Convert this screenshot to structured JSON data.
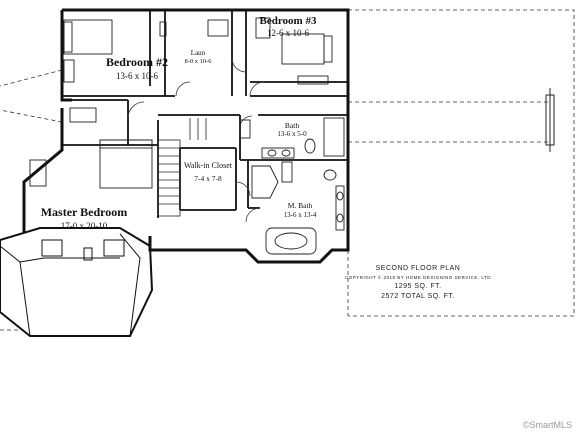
{
  "rooms": {
    "bedroom3": {
      "name": "Bedroom #3",
      "dim": "12-6 x 10-6"
    },
    "bedroom2": {
      "name": "Bedroom #2",
      "dim": "13-6 x 10-6"
    },
    "laundry": {
      "name": "Laun",
      "dim": "8-0 x 10-6"
    },
    "master_bedroom": {
      "name": "Master Bedroom",
      "dim": "17-0 x 20-10"
    },
    "walkin_closet": {
      "name": "Walk-in Closet",
      "dim": "7-4 x 7-8"
    },
    "bath": {
      "name": "Bath",
      "dim": "13-6 x 5-0"
    },
    "master_bath": {
      "name": "M. Bath",
      "dim": "13-6 x 13-4"
    }
  },
  "plan_notes": {
    "title": "SECOND FLOOR PLAN",
    "copyright": "COPYRIGHT © 2018 BY HOME DESIGNING SERVICE, LTD",
    "area": "1295 SQ. FT.",
    "total": "2572 TOTAL SQ. FT."
  },
  "watermark": "©SmartMLS"
}
